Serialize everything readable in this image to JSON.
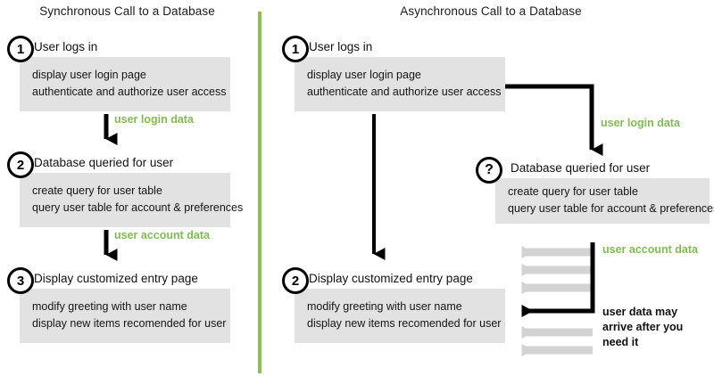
{
  "colors": {
    "green_accent": "#8CC152",
    "green_text": "#7FBE4F",
    "box_gray": "#e2e2e2",
    "arrow_black": "#000000",
    "arrow_gray": "#d3d3d3",
    "text_black": "#111111",
    "background": "#ffffff"
  },
  "panels": {
    "left": {
      "title": "Synchronous Call to a Database",
      "steps": [
        {
          "badge": "1",
          "heading": "User logs in",
          "details": [
            "display user login page",
            "authenticate and authorize user access"
          ]
        },
        {
          "badge": "2",
          "heading": "Database queried for user",
          "details": [
            "create query for user table",
            "query user table for account & preferences"
          ]
        },
        {
          "badge": "3",
          "heading": "Display customized entry page",
          "details": [
            "modify greeting with user name",
            "display new items recomended for user"
          ]
        }
      ],
      "arrow_labels": [
        "user login data",
        "user account data"
      ]
    },
    "right": {
      "title": "Asynchronous Call to a Database",
      "steps": [
        {
          "badge": "1",
          "heading": "User logs in",
          "details": [
            "display user login page",
            "authenticate and authorize user access"
          ]
        },
        {
          "badge": "2",
          "heading": "Display customized entry page",
          "details": [
            "modify greeting with user name",
            "display new items recomended for user"
          ]
        },
        {
          "badge": "?",
          "heading": "Database queried for user",
          "details": [
            "create query for user table",
            "query user table for account & preferences"
          ]
        }
      ],
      "arrow_labels": [
        "user login data",
        "user account data"
      ],
      "note": "user data may\narrive after you\nneed it",
      "note_lines": [
        "user data may",
        "arrive after you",
        "need it"
      ]
    }
  }
}
